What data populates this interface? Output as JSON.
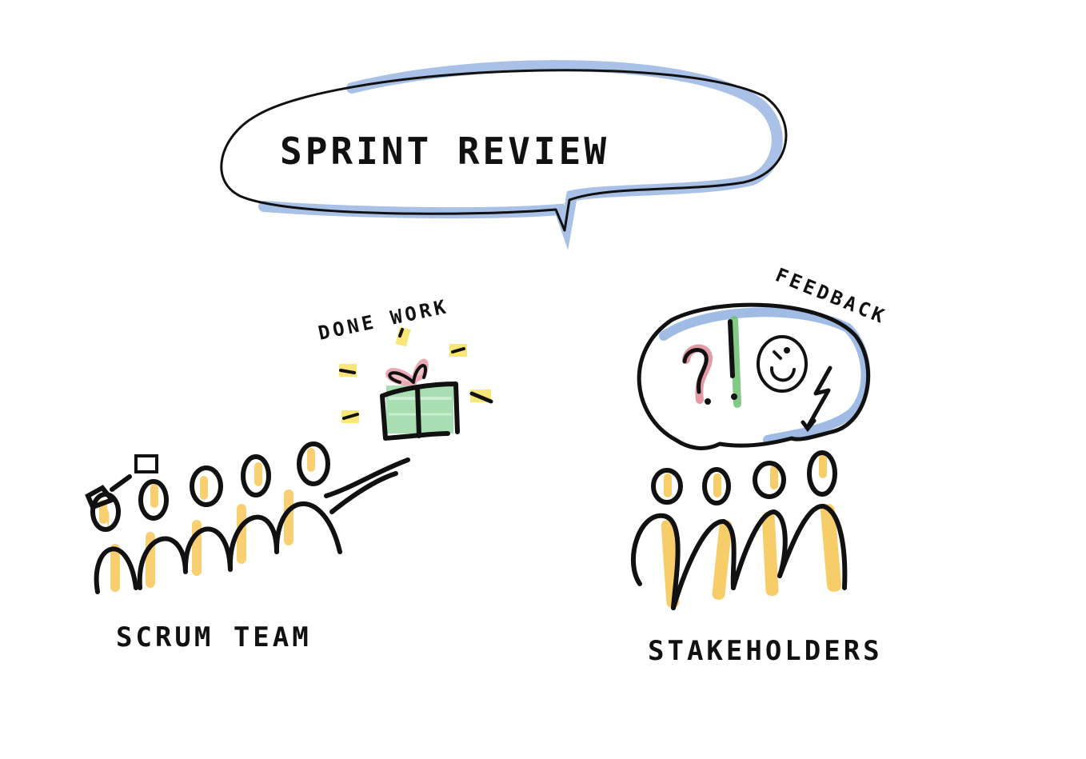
{
  "title": "SPRINT REVIEW",
  "gift": {
    "label": "DONE WORK"
  },
  "team": {
    "label": "SCRUM TEAM",
    "member_count": 5
  },
  "feedback": {
    "label": "FEEDBACK",
    "symbols": [
      "?",
      "!",
      "smiley-face",
      "lightning-bolt"
    ]
  },
  "stakeholders": {
    "label": "STAKEHOLDERS",
    "member_count": 4
  },
  "colors": {
    "ink": "#111111",
    "bubble_blue": "#8fb0e0",
    "people_yellow": "#f7c85a",
    "gift_green": "#8ed49c",
    "ribbon_pink": "#e8a0ac",
    "spark_yellow": "#f8e678",
    "exclaim_green": "#6cc070",
    "question_red": "#d87a86"
  }
}
